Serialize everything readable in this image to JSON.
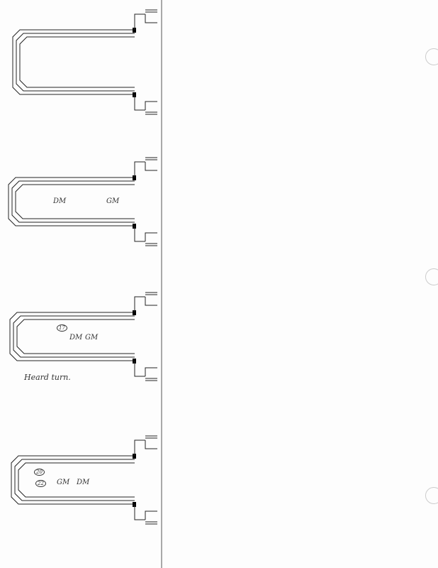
{
  "annotations": {
    "maze2": {
      "left_label": "DM",
      "right_label": "GM"
    },
    "maze3": {
      "trial_number": "17",
      "left_label": "DM",
      "right_label": "GM",
      "note": "Heard turn."
    },
    "maze4": {
      "trial_top": "20",
      "trial_bottom": "22",
      "left_label": "GM",
      "right_label": "DM"
    }
  },
  "colors": {
    "ink": "#222222",
    "paper": "#fdfdfd"
  }
}
